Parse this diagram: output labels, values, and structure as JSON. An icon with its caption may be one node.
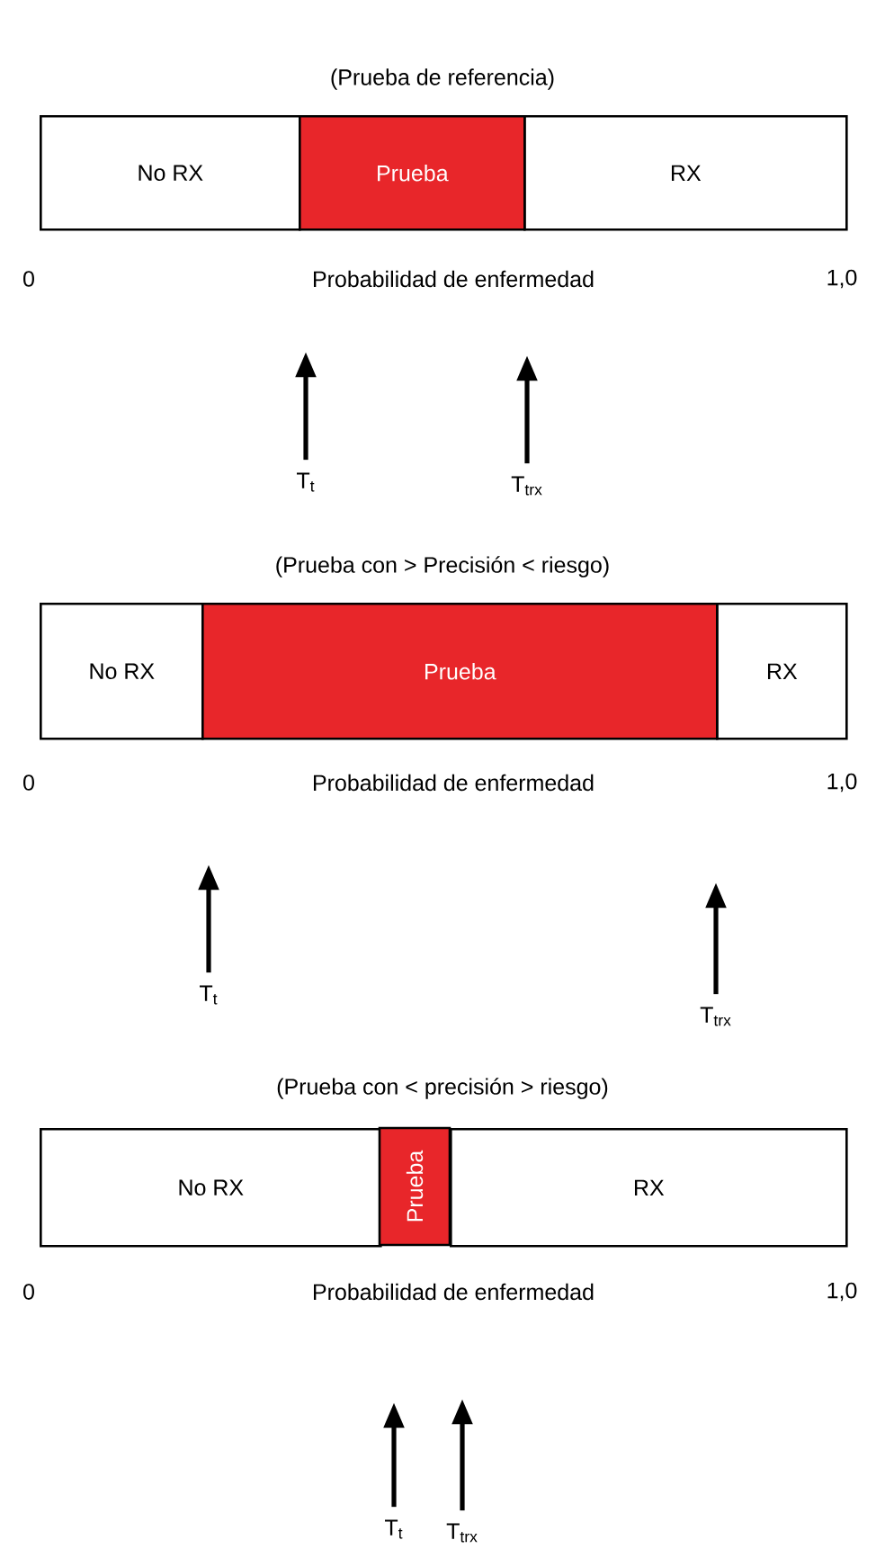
{
  "diagram": {
    "nodes": [
      {
        "text": [
          "No RX"
        ]
      },
      {
        "text": [
          "Prueba"
        ]
      },
      {
        "text": [
          "RX"
        ]
      },
      {
        "text": [
          "T$_{t}$"
        ]
      },
      {
        "text": [
          "T$_{trx}$"
        ]
      },
      {
        "text": [
          "No RX"
        ]
      },
      {
        "text": [
          "Prueba"
        ]
      },
      {
        "text": [
          "RX"
        ]
      },
      {
        "text": [
          "T$_{t}$"
        ]
      },
      {
        "text": [
          "T$_{trx}$"
        ]
      },
      {
        "text": [
          "No RX"
        ]
      },
      {
        "text": [
          "Prueba"
        ]
      },
      {
        "text": [
          "RX"
        ]
      },
      {
        "text": [
          "T$_{t}$"
        ]
      },
      {
        "text": [
          "T$_{trx}$"
        ]
      }
    ],
    "edges": [
      {
        "from": 3,
        "to": null,
        "arrow": "to"
      },
      {
        "from": 4,
        "to": null,
        "arrow": "to"
      },
      {
        "from": 8,
        "to": null,
        "arrow": "to"
      },
      {
        "from": 9,
        "to": null,
        "arrow": "to"
      },
      {
        "from": 13,
        "to": null,
        "arrow": "to"
      },
      {
        "from": 14,
        "to": null,
        "arrow": "to"
      }
    ],
    "labels": [
      "(Prueba de referencia)",
      "0",
      "Probabilidad de enfermedad",
      "1,0",
      "(Prueba con > Precisión < riesgo)",
      "0",
      "Probabilidad de enfermedad",
      "1,0",
      "(Prueba con < precisión > riesgo)",
      "0",
      "Probabilidad de enfermedad",
      "1,0"
    ]
  }
}
